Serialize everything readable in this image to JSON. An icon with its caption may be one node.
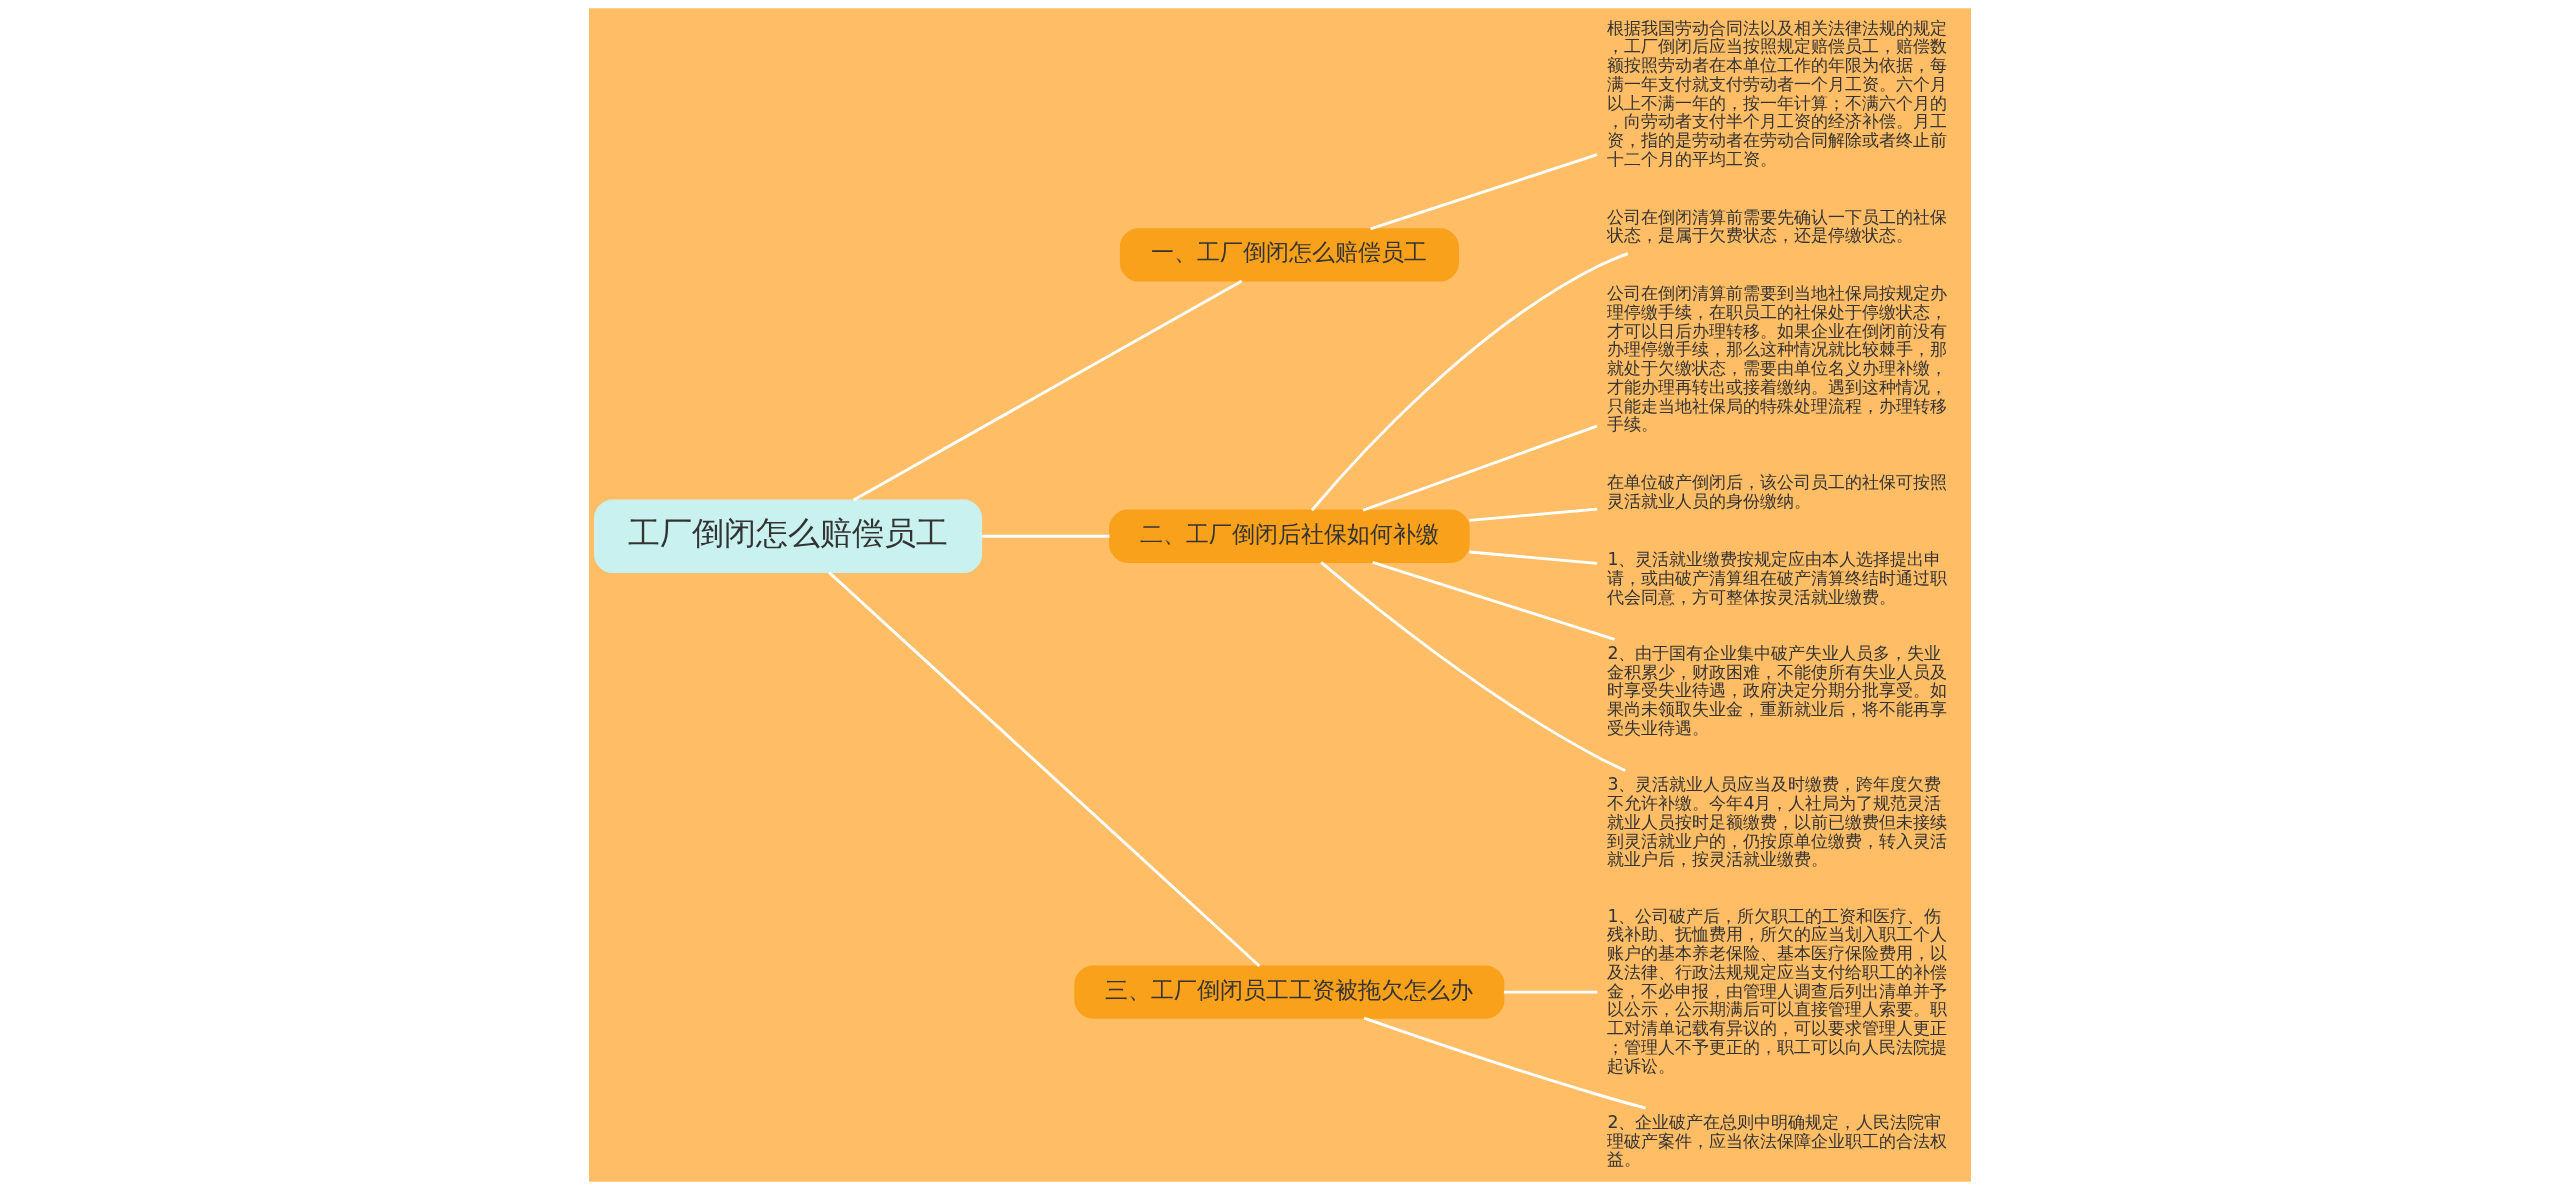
{
  "diagram": {
    "nodes": [
      {
        "text": [
          "工厂倒闭怎么赔偿员工"
        ]
      },
      {
        "text": [
          "一、工厂倒闭怎么赔偿员工"
        ]
      },
      {
        "text": [
          "根据我国劳动合同法以及相关法律法规的规定，工厂倒闭后应当按照规定赔偿员工，赔偿数额按照劳动者在本单位工作的年限为依据，每满一年支付就支付劳动者一个月工资。六个月以上不满一年的，按一年计算；不满六个月的，向劳动者支付半个月工资的经济补偿。月工资，指的是劳动者在劳动合同解除或者终止前十二个月的平均工资。"
        ]
      },
      {
        "text": [
          "二、工厂倒闭后社保如何补缴"
        ]
      },
      {
        "text": [
          "公司在倒闭清算前需要先确认一下员工的社保状态，是属于欠费状态，还是停缴状态。"
        ]
      },
      {
        "text": [
          "公司在倒闭清算前需要到当地社保局按规定办理停缴手续，在职员工的社保处于停缴状态，才可以日后办理转移。如果企业在倒闭前没有办理停缴手续，那么这种情况就比较棘手，那就处于欠缴状态，需要由单位名义办理补缴，才能办理再转出或接着缴纳。遇到这种情况，只能走当地社保局的特殊处理流程，办理转移手续。"
        ]
      },
      {
        "text": [
          "在单位破产倒闭后，该公司员工的社保可按照灵活就业人员的身份缴纳。"
        ]
      },
      {
        "text": [
          "1、灵活就业缴费按规定应由本人选择提出申请，或由破产清算组在破产清算终结时通过职代会同意，方可整体按灵活就业缴费。"
        ]
      },
      {
        "text": [
          "2、由于国有企业集中破产失业人员多，失业金积累少，财政困难，不能使所有失业人员及时享受失业待遇，政府决定分期分批享受。如果尚未领取失业金，重新就业后，将不能再享受失业待遇。"
        ]
      },
      {
        "text": [
          "3、灵活就业人员应当及时缴费，跨年度欠费不允许补缴。今年4月，人社局为了规范灵活就业人员按时足额缴费，以前已缴费但未接续到灵活就业户的，仍按原单位缴费，转入灵活就业户后，按灵活就业缴费。"
        ]
      },
      {
        "text": [
          "三、工厂倒闭员工工资被拖欠怎么办"
        ]
      },
      {
        "text": [
          "1、公司破产后，所欠职工的工资和医疗、伤残补助、抚恤费用，所欠的应当划入职工个人账户的基本养老保险、基本医疗保险费用，以及法律、行政法规规定应当支付给职工的补偿金，不必申报，由管理人调查后列出清单并予以公示，公示期满后可以直接管理人索要。职工对清单记载有异议的，可以要求管理人更正；管理人不予更正的，职工可以向人民法院提起诉讼。"
        ]
      },
      {
        "text": [
          "2、企业破产在总则中明确规定，人民法院审理破产案件，应当依法保障企业职工的合法权益。"
        ]
      }
    ],
    "edges": [
      {
        "from": 0,
        "to": 1,
        "arrow": "none"
      },
      {
        "from": 1,
        "to": 2,
        "arrow": "none"
      },
      {
        "from": 0,
        "to": 3,
        "arrow": "none"
      },
      {
        "from": 3,
        "to": 4,
        "arrow": "none"
      },
      {
        "from": 3,
        "to": 5,
        "arrow": "none"
      },
      {
        "from": 3,
        "to": 6,
        "arrow": "none"
      },
      {
        "from": 3,
        "to": 7,
        "arrow": "none"
      },
      {
        "from": 3,
        "to": 8,
        "arrow": "none"
      },
      {
        "from": 3,
        "to": 9,
        "arrow": "none"
      },
      {
        "from": 0,
        "to": 10,
        "arrow": "none"
      },
      {
        "from": 10,
        "to": 11,
        "arrow": "none"
      },
      {
        "from": 10,
        "to": 12,
        "arrow": "none"
      }
    ]
  }
}
